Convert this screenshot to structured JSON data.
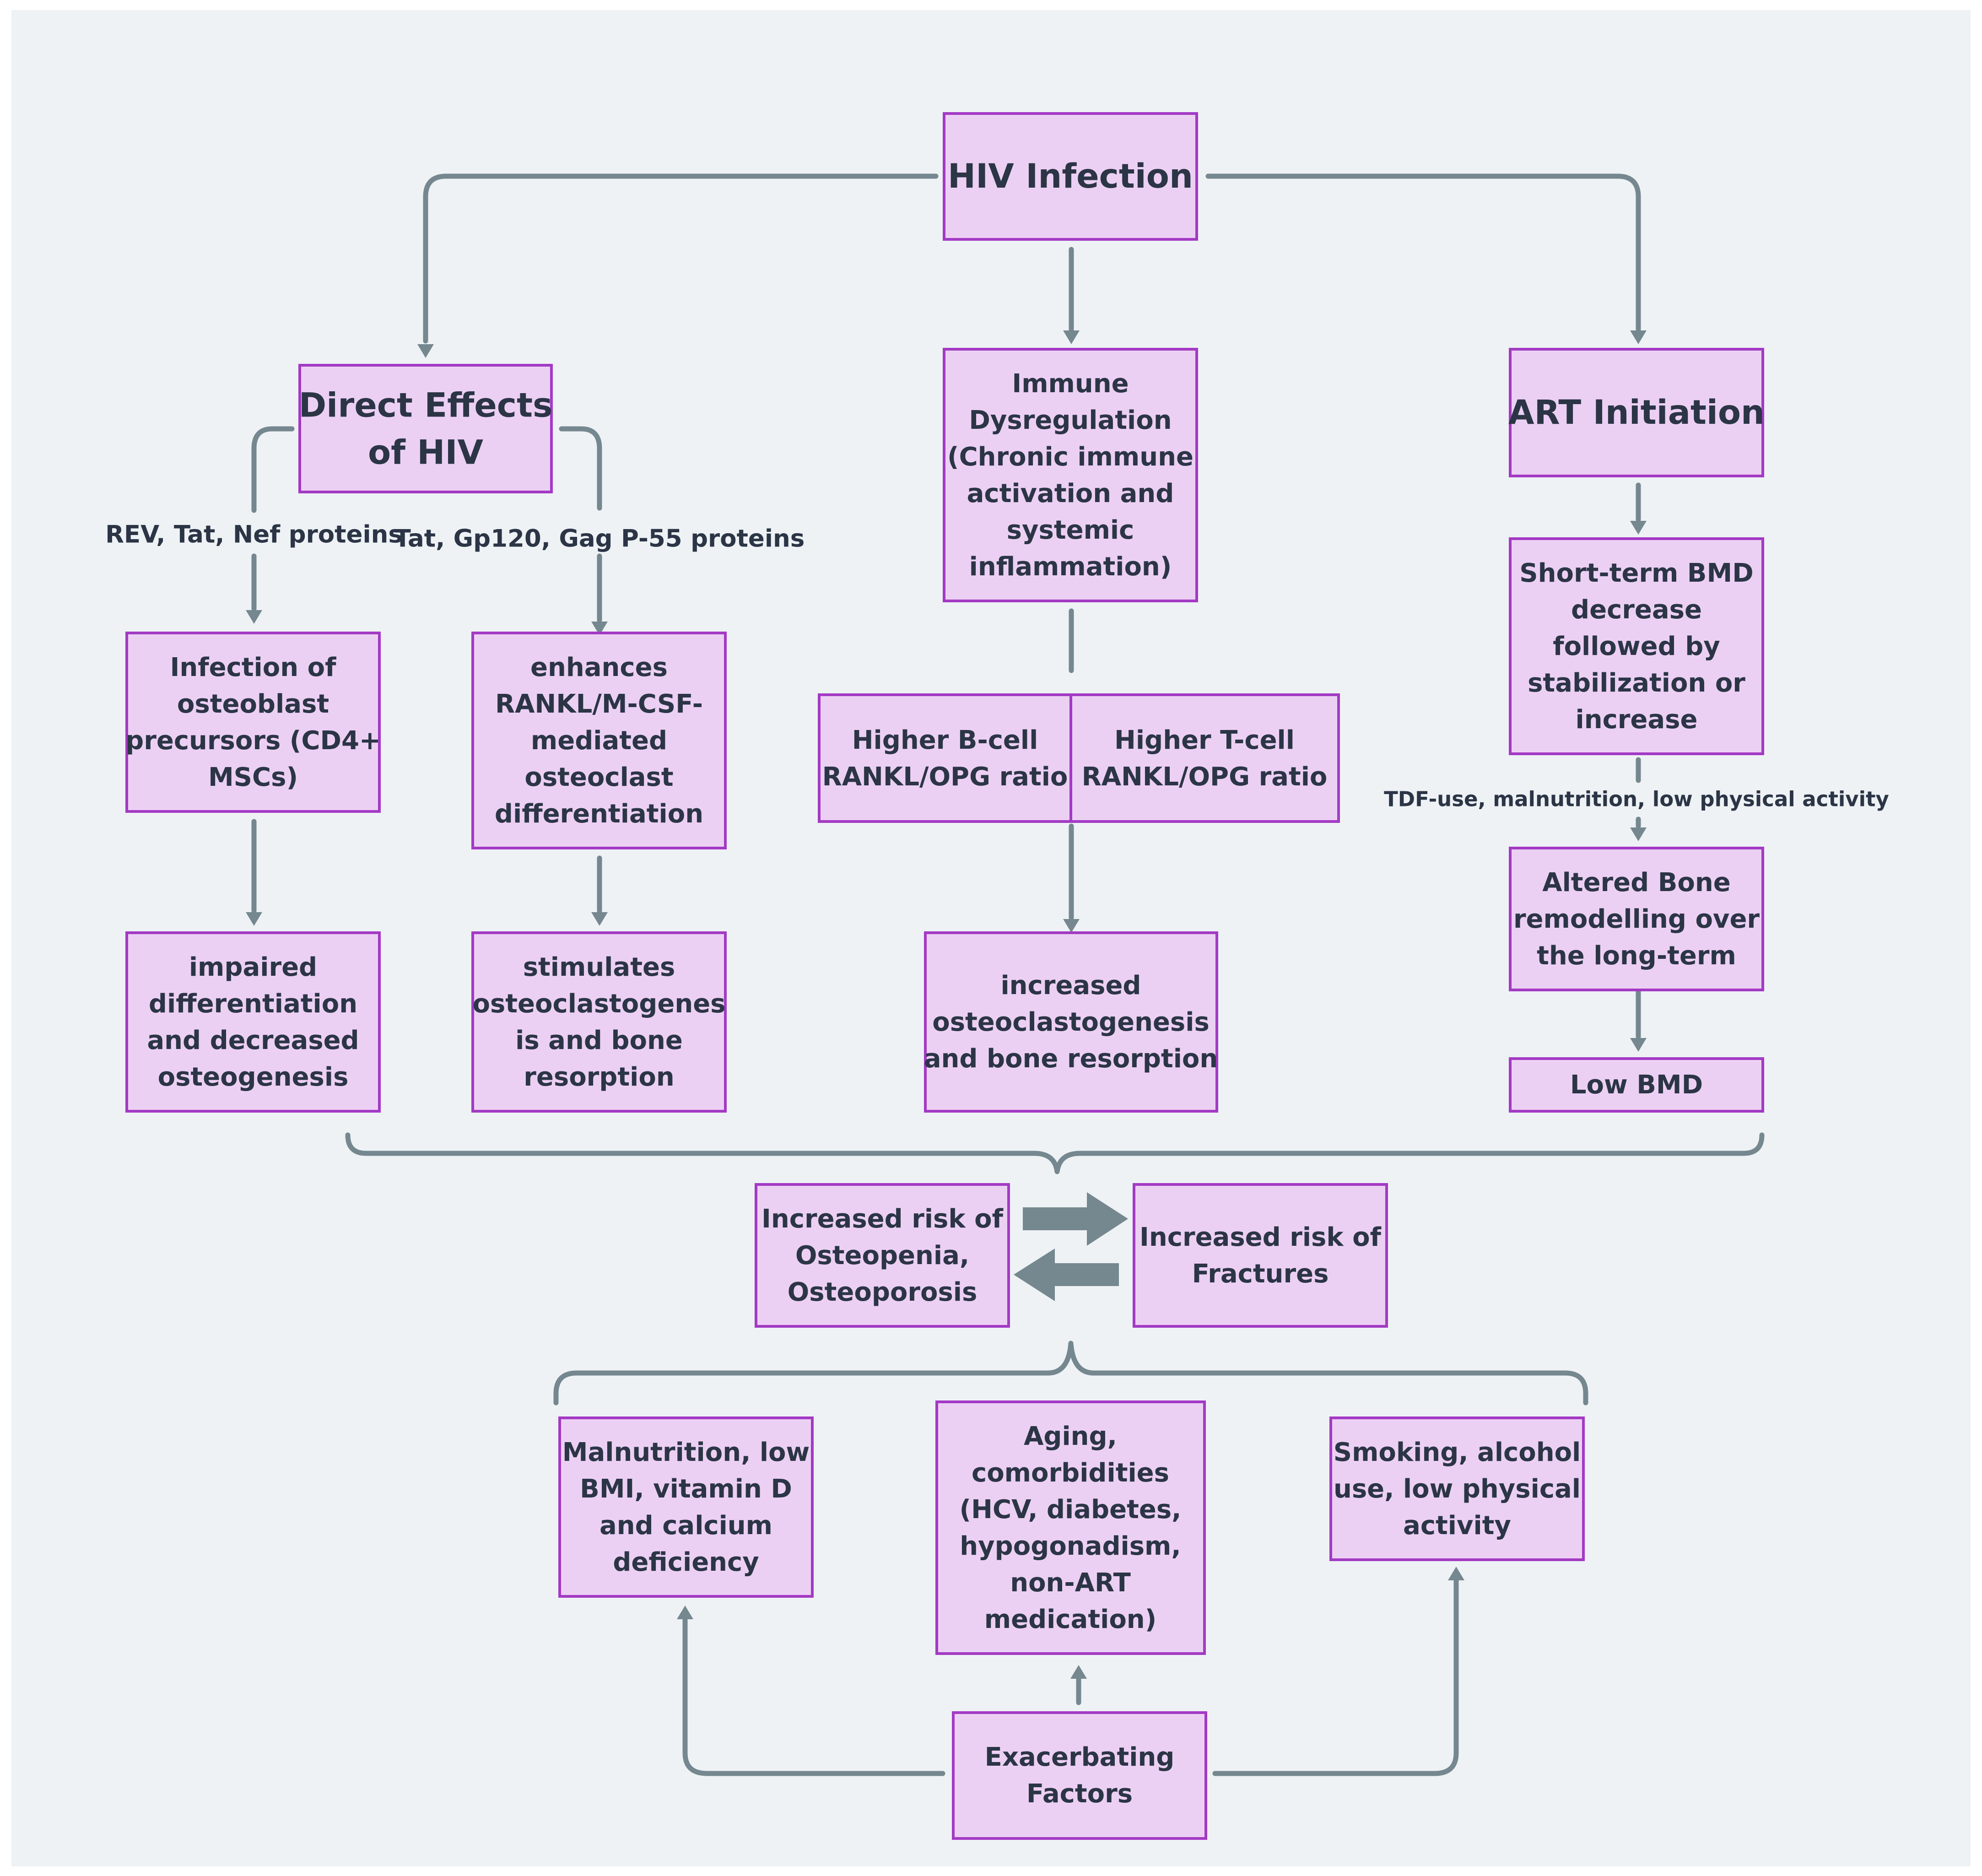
{
  "colors": {
    "background": "#eef2f5",
    "box_fill": "#ecd0f4",
    "box_border": "#a33ac4",
    "connector": "#75878f",
    "text": "#2b3546"
  },
  "nodes": {
    "hiv_infection": [
      "HIV Infection"
    ],
    "direct_effects": [
      "Direct Effects",
      "of HIV"
    ],
    "immune_dysregulation": [
      "Immune",
      "Dysregulation",
      "(Chronic immune",
      "activation and",
      "systemic",
      "inflammation)"
    ],
    "art_initiation": [
      "ART Initiation"
    ],
    "infection_osteoblast": [
      "Infection of",
      "osteoblast",
      "precursors (CD4+",
      "MSCs)"
    ],
    "enhances_rankl": [
      "enhances",
      "RANKL/M-CSF-",
      "mediated",
      "osteoclast",
      "differentiation"
    ],
    "higher_bcell": [
      "Higher B-cell",
      "RANKL/OPG ratio"
    ],
    "higher_tcell": [
      "Higher T-cell",
      "RANKL/OPG ratio"
    ],
    "short_term_bmd": [
      "Short-term BMD",
      "decrease",
      "followed by",
      "stabilization or",
      "increase"
    ],
    "altered_bone": [
      "Altered Bone",
      "remodelling over",
      "the long-term"
    ],
    "low_bmd": [
      "Low BMD"
    ],
    "impaired_diff": [
      "impaired",
      "differentiation",
      "and decreased",
      "osteogenesis"
    ],
    "stimulates_osteo": [
      "stimulates",
      "osteoclastogenes",
      "is and bone",
      "resorption"
    ],
    "increased_osteo": [
      "increased",
      "osteoclastogenesis",
      "and bone resorption"
    ],
    "risk_osteopenia": [
      "Increased risk of",
      "Osteopenia,",
      "Osteoporosis"
    ],
    "risk_fractures": [
      "Increased risk of",
      "Fractures"
    ],
    "malnutrition": [
      "Malnutrition, low",
      "BMI, vitamin D",
      "and calcium",
      "deficiency"
    ],
    "aging": [
      "Aging,",
      "comorbidities",
      "(HCV, diabetes,",
      "hypogonadism,",
      "non-ART",
      "medication)"
    ],
    "smoking": [
      "Smoking, alcohol",
      "use, low physical",
      "activity"
    ],
    "exacerbating": [
      "Exacerbating",
      "Factors"
    ]
  },
  "edge_labels": {
    "rev_tat_nef": "REV, Tat, Nef proteins",
    "tat_gp120_gag": "Tat, Gp120, Gag P-55 proteins",
    "tdf_use": "TDF-use, malnutrition, low physical activity"
  }
}
